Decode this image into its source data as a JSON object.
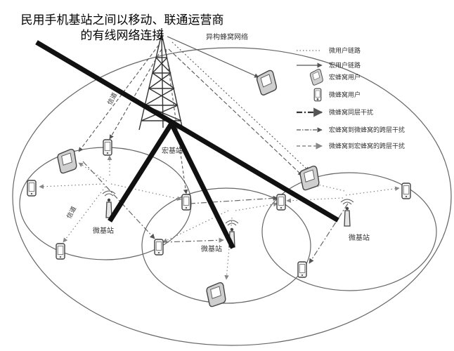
{
  "overlay": {
    "title": "民用手机基站之间以移动、联通运营商的有线网络连接"
  },
  "diagram": {
    "network_label": "异构蜂窝网络",
    "macro_station_label": "宏基站",
    "micro_station_labels": [
      "微基站",
      "微基站",
      "微基站"
    ],
    "channel_labels": [
      "信道",
      "信道"
    ]
  },
  "legend": {
    "items": [
      {
        "label": "微用户链路",
        "style": "dotted"
      },
      {
        "label": "宏用户链路",
        "style": "solid-arrow"
      },
      {
        "label": "宏蜂窝用户",
        "style": "phone-macro"
      },
      {
        "label": "微蜂窝用户",
        "style": "phone-micro"
      },
      {
        "label": "微蜂窝同层干扰",
        "style": "dash-dot-bold"
      },
      {
        "label": "宏蜂窝到微蜂窝的跨层干扰",
        "style": "dash-dot"
      },
      {
        "label": "微蜂窝到宏蜂窝的跨层干扰",
        "style": "dashed-gray"
      }
    ]
  },
  "colors": {
    "overlay_lines": "#111111",
    "diagram_lines": "#555555",
    "interference": "#666666"
  }
}
